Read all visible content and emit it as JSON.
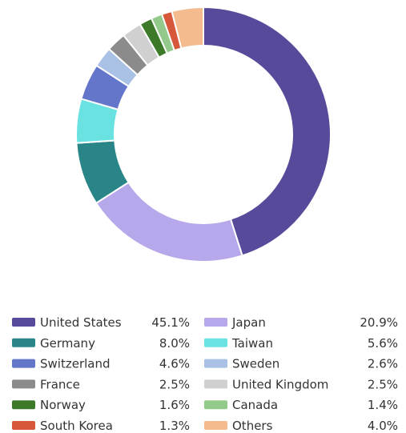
{
  "chart_data": {
    "type": "donut",
    "categories": [
      "United States",
      "Japan",
      "Germany",
      "Taiwan",
      "Switzerland",
      "Sweden",
      "France",
      "United Kingdom",
      "Norway",
      "Canada",
      "South Korea",
      "Others"
    ],
    "values": [
      45.1,
      20.9,
      8.0,
      5.6,
      4.6,
      2.6,
      2.5,
      2.5,
      1.6,
      1.4,
      1.3,
      4.0
    ],
    "value_labels": [
      "45.1%",
      "20.9%",
      "8.0%",
      "5.6%",
      "4.6%",
      "2.6%",
      "2.5%",
      "2.5%",
      "1.6%",
      "1.4%",
      "1.3%",
      "4.0%"
    ],
    "colors": [
      "#574a9b",
      "#b6a8ea",
      "#2a8588",
      "#6ae2e2",
      "#6376c9",
      "#a8c1e4",
      "#8b8b8b",
      "#d0d0d0",
      "#3c7a29",
      "#93c98a",
      "#d6573a",
      "#f3bb8e"
    ],
    "unit": "%",
    "start_angle_deg": 0,
    "direction": "clockwise",
    "legend_position": "bottom",
    "legend_columns": 2
  }
}
